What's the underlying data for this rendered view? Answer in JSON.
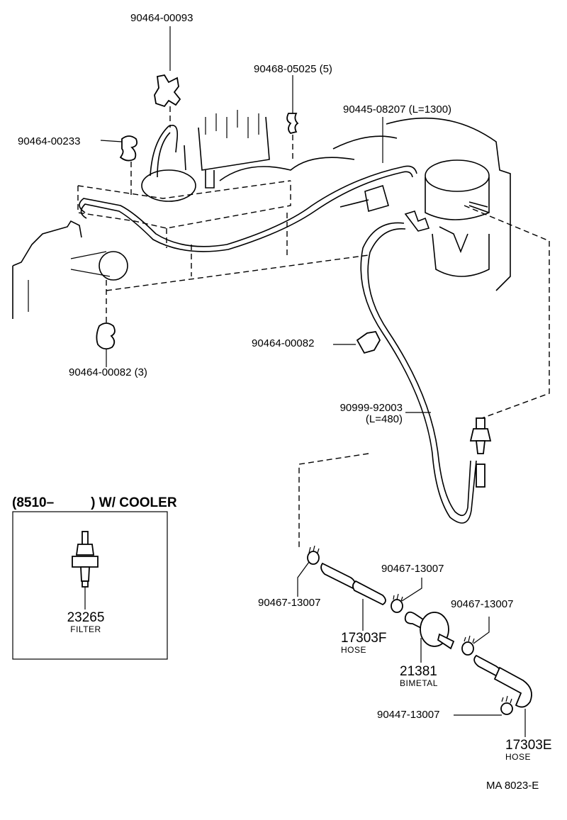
{
  "diagram": {
    "type": "exploded-parts-diagram",
    "footer_code": "MA  8023-E",
    "parts": [
      {
        "id": "p1",
        "number": "90464-00093",
        "note": "",
        "kind": "clamp"
      },
      {
        "id": "p2",
        "number": "90468-05025",
        "note": "(5)",
        "kind": "clip"
      },
      {
        "id": "p3",
        "number": "90445-08207",
        "note": "(L=1300)",
        "kind": "hose"
      },
      {
        "id": "p4",
        "number": "90464-00233",
        "note": "",
        "kind": "clamp"
      },
      {
        "id": "p5",
        "number": "90464-00082",
        "note": "(3)",
        "kind": "clamp"
      },
      {
        "id": "p6",
        "number": "90464-00082",
        "note": "",
        "kind": "clamp"
      },
      {
        "id": "p7",
        "number": "90999-92003",
        "note": "(L=480)",
        "kind": "hose"
      },
      {
        "id": "p8",
        "number": "90467-13007",
        "note": "",
        "kind": "hose-clip"
      },
      {
        "id": "p9",
        "number": "90467-13007",
        "note": "",
        "kind": "hose-clip"
      },
      {
        "id": "p10",
        "number": "90467-13007",
        "note": "",
        "kind": "hose-clip"
      },
      {
        "id": "p11",
        "number": "17303F",
        "note": "HOSE",
        "kind": "hose"
      },
      {
        "id": "p12",
        "number": "21381",
        "note": "BIMETAL",
        "kind": "valve"
      },
      {
        "id": "p13",
        "number": "90447-13007",
        "note": "",
        "kind": "hose-clip"
      },
      {
        "id": "p14",
        "number": "17303E",
        "note": "HOSE",
        "kind": "hose"
      }
    ],
    "inset": {
      "title_prefix": "(8510–",
      "title_suffix": ") W/ COOLER",
      "part": {
        "number": "23265",
        "note": "FILTER",
        "kind": "filter"
      }
    }
  }
}
